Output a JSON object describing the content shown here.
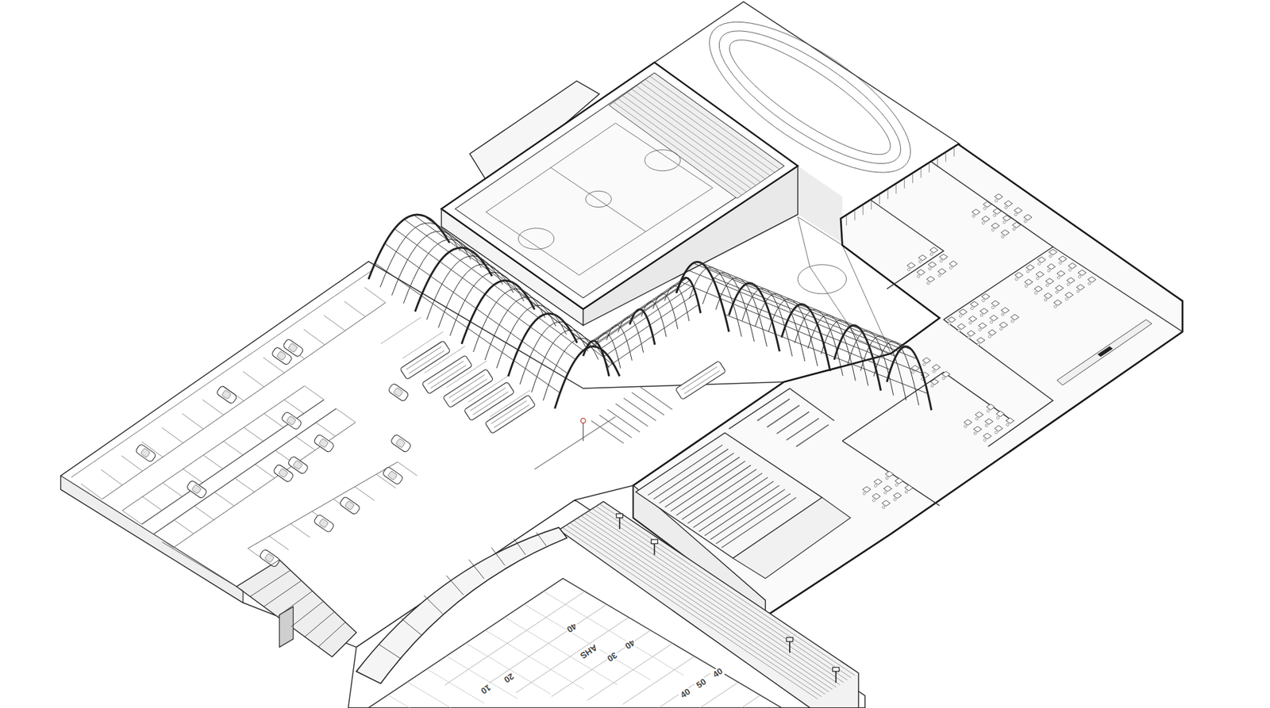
{
  "diagram": {
    "labels": [
      "40",
      "AHS",
      "30",
      "40",
      "10",
      "20",
      "40",
      "50",
      "40"
    ]
  }
}
